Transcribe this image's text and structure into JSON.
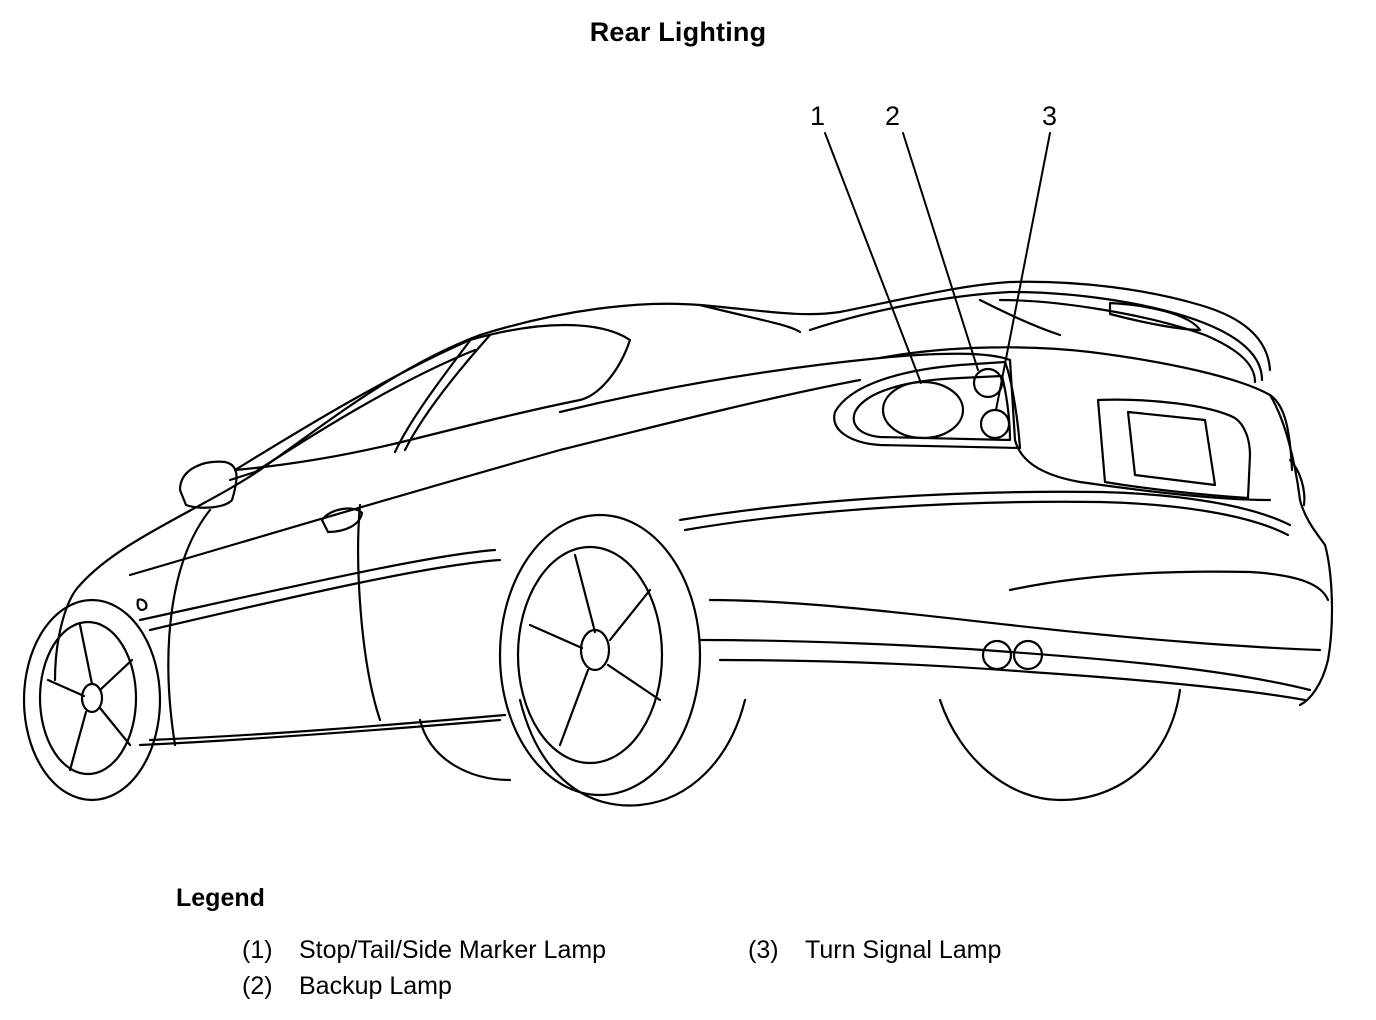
{
  "title": "Rear Lighting",
  "callouts": [
    "1",
    "2",
    "3"
  ],
  "legend": {
    "heading": "Legend",
    "items": [
      {
        "number": "(1)",
        "label": "Stop/Tail/Side Marker Lamp"
      },
      {
        "number": "(2)",
        "label": "Backup Lamp"
      },
      {
        "number": "(3)",
        "label": "Turn Signal Lamp"
      }
    ]
  }
}
